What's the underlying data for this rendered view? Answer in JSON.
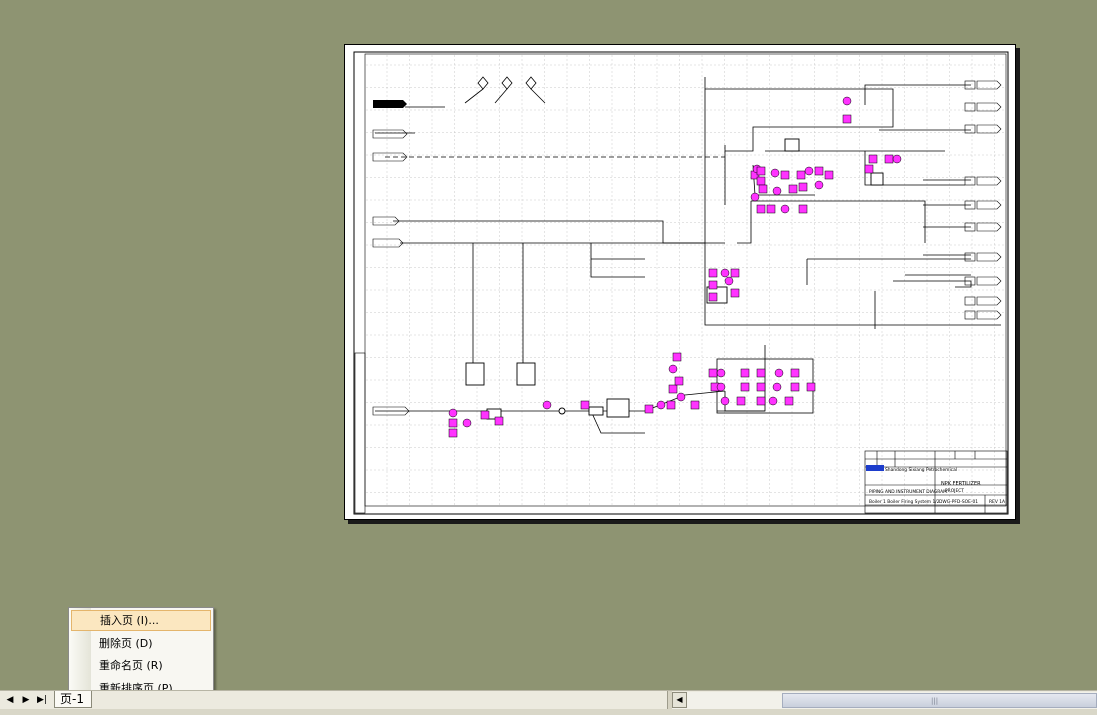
{
  "context_menu": {
    "items": [
      {
        "label": "插入页 (I)...",
        "highlighted": true
      },
      {
        "label": "删除页 (D)",
        "highlighted": false
      },
      {
        "label": "重命名页 (R)",
        "highlighted": false
      },
      {
        "label": "重新排序页 (P)...",
        "highlighted": false
      }
    ]
  },
  "tabbar": {
    "nav_prev": "◀",
    "nav_next": "▶",
    "nav_last": "▶|",
    "page_tab_label": "页-1",
    "scroll_left": "◀",
    "scroll_grip": "|||"
  },
  "drawing": {
    "title_block": {
      "company": "Shandong Sixiang Petrochemical",
      "project": "NPK FERTILIZER",
      "subtitle": "PROJECT",
      "drawing_name": "PIPING AND INSTRUMENT DIAGRAM",
      "system": "Boiler 1 Boiler Firing System 1/2",
      "drawing_no": "DWG-PFD-SOE-01",
      "sheet": "REV 1A"
    },
    "colors": {
      "background": "#8e9472",
      "instrument": "#ff33ff",
      "line": "#000000",
      "grid": "#bbbbbb"
    }
  }
}
